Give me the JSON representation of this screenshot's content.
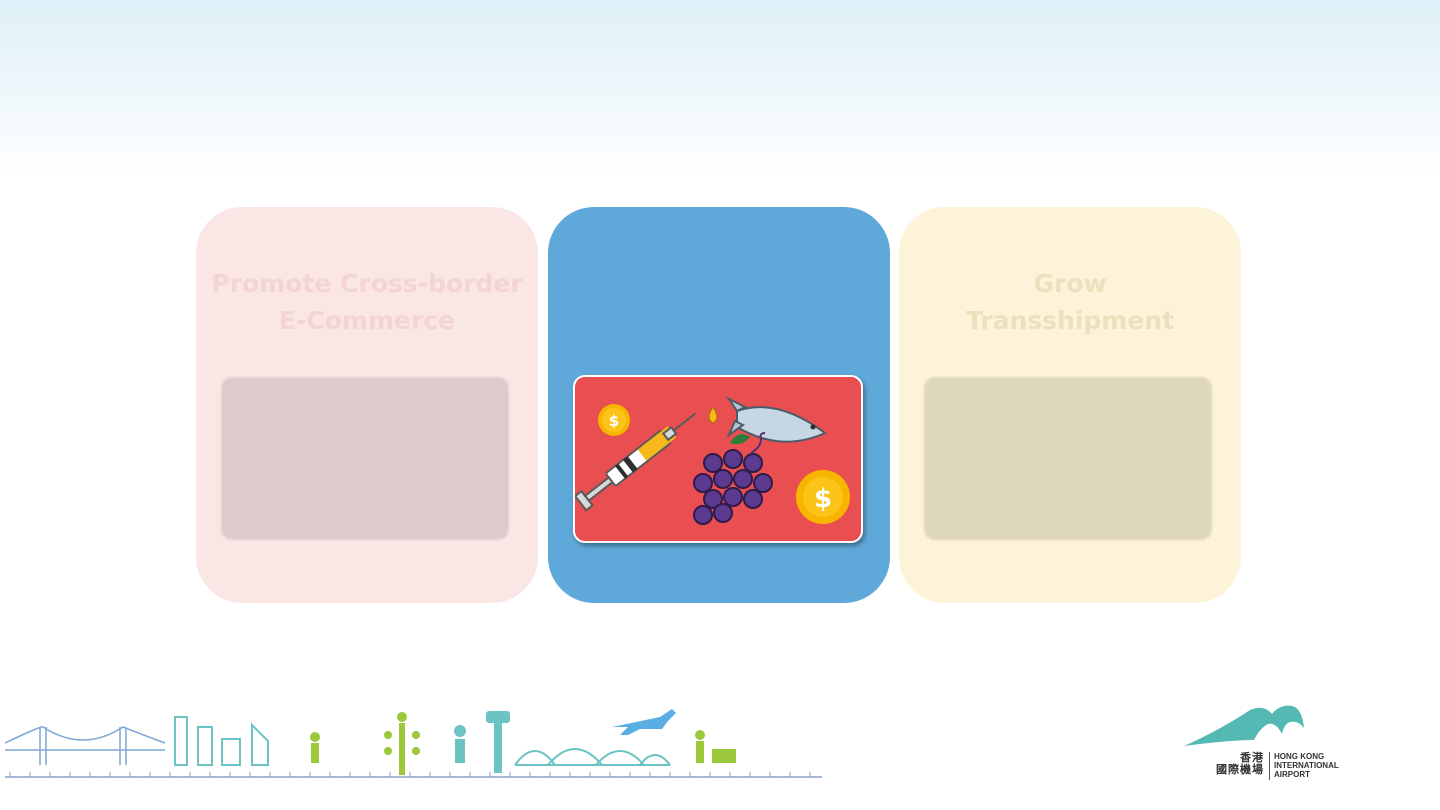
{
  "cards": [
    {
      "title": "Promote Cross-border\nE-Commerce",
      "state": "faded"
    },
    {
      "title": "",
      "state": "active",
      "image": "pharma-food-icons"
    },
    {
      "title": "Grow\nTransshipment",
      "state": "faded"
    }
  ],
  "colors": {
    "card_left_bg": "#fbe6e6",
    "card_center_bg": "#5fa9da",
    "card_right_bg": "#fdf3d8",
    "center_image_bg": "#e94f51"
  },
  "logo": {
    "chinese": "香港\n國際機場",
    "english": "HONG KONG\nINTERNATIONAL\nAIRPORT"
  }
}
